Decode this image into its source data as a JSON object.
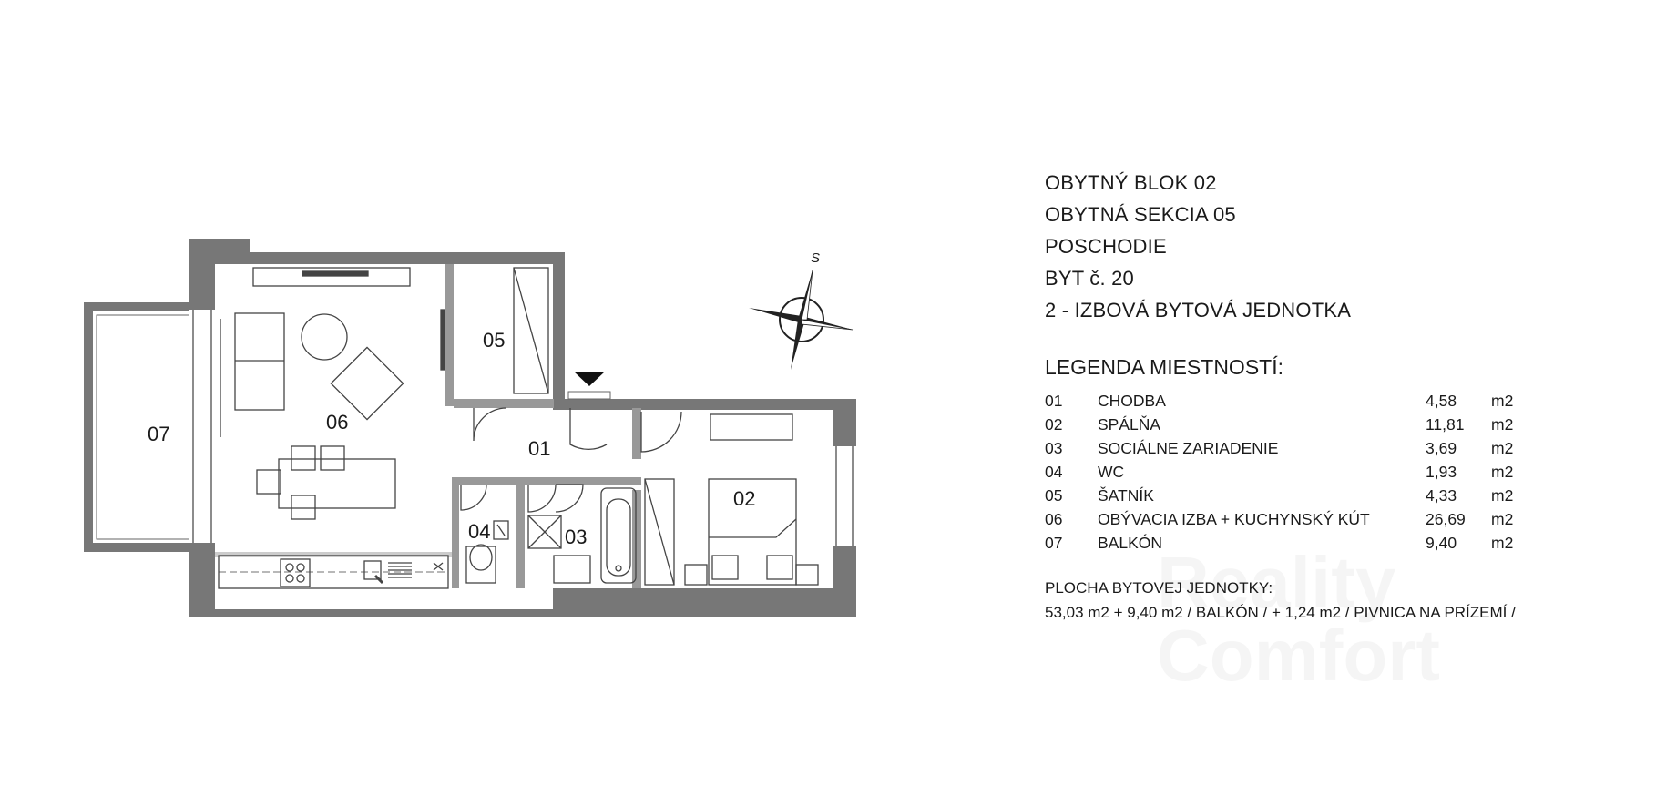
{
  "rooms": {
    "r01": "01",
    "r02": "02",
    "r03": "03",
    "r04": "04",
    "r05": "05",
    "r06": "06",
    "r07": "07"
  },
  "compass": {
    "south_label": "S"
  },
  "header": [
    "OBYTNÝ BLOK 02",
    "OBYTNÁ SEKCIA 05",
    "POSCHODIE",
    "BYT č. 20",
    "2 - IZBOVÁ BYTOVÁ JEDNOTKA"
  ],
  "legend": {
    "title": "LEGENDA MIESTNOSTÍ:",
    "rows": [
      {
        "num": "01",
        "name": "CHODBA",
        "area": "4,58",
        "unit": "m2"
      },
      {
        "num": "02",
        "name": "SPÁLŇA",
        "area": "11,81",
        "unit": "m2"
      },
      {
        "num": "03",
        "name": "SOCIÁLNE ZARIADENIE",
        "area": "3,69",
        "unit": "m2"
      },
      {
        "num": "04",
        "name": "WC",
        "area": "1,93",
        "unit": "m2"
      },
      {
        "num": "05",
        "name": "ŠATNÍK",
        "area": "4,33",
        "unit": "m2"
      },
      {
        "num": "06",
        "name": "OBÝVACIA IZBA + KUCHYNSKÝ KÚT",
        "area": "26,69",
        "unit": "m2"
      },
      {
        "num": "07",
        "name": "BALKÓN",
        "area": "9,40",
        "unit": "m2"
      }
    ]
  },
  "total": {
    "label": "PLOCHA BYTOVEJ JEDNOTKY:",
    "value": "53,03 m2 + 9,40 m2 / BALKÓN / + 1,24 m2 / PIVNICA NA PRÍZEMÍ /"
  },
  "watermark": "Reality Comfort"
}
